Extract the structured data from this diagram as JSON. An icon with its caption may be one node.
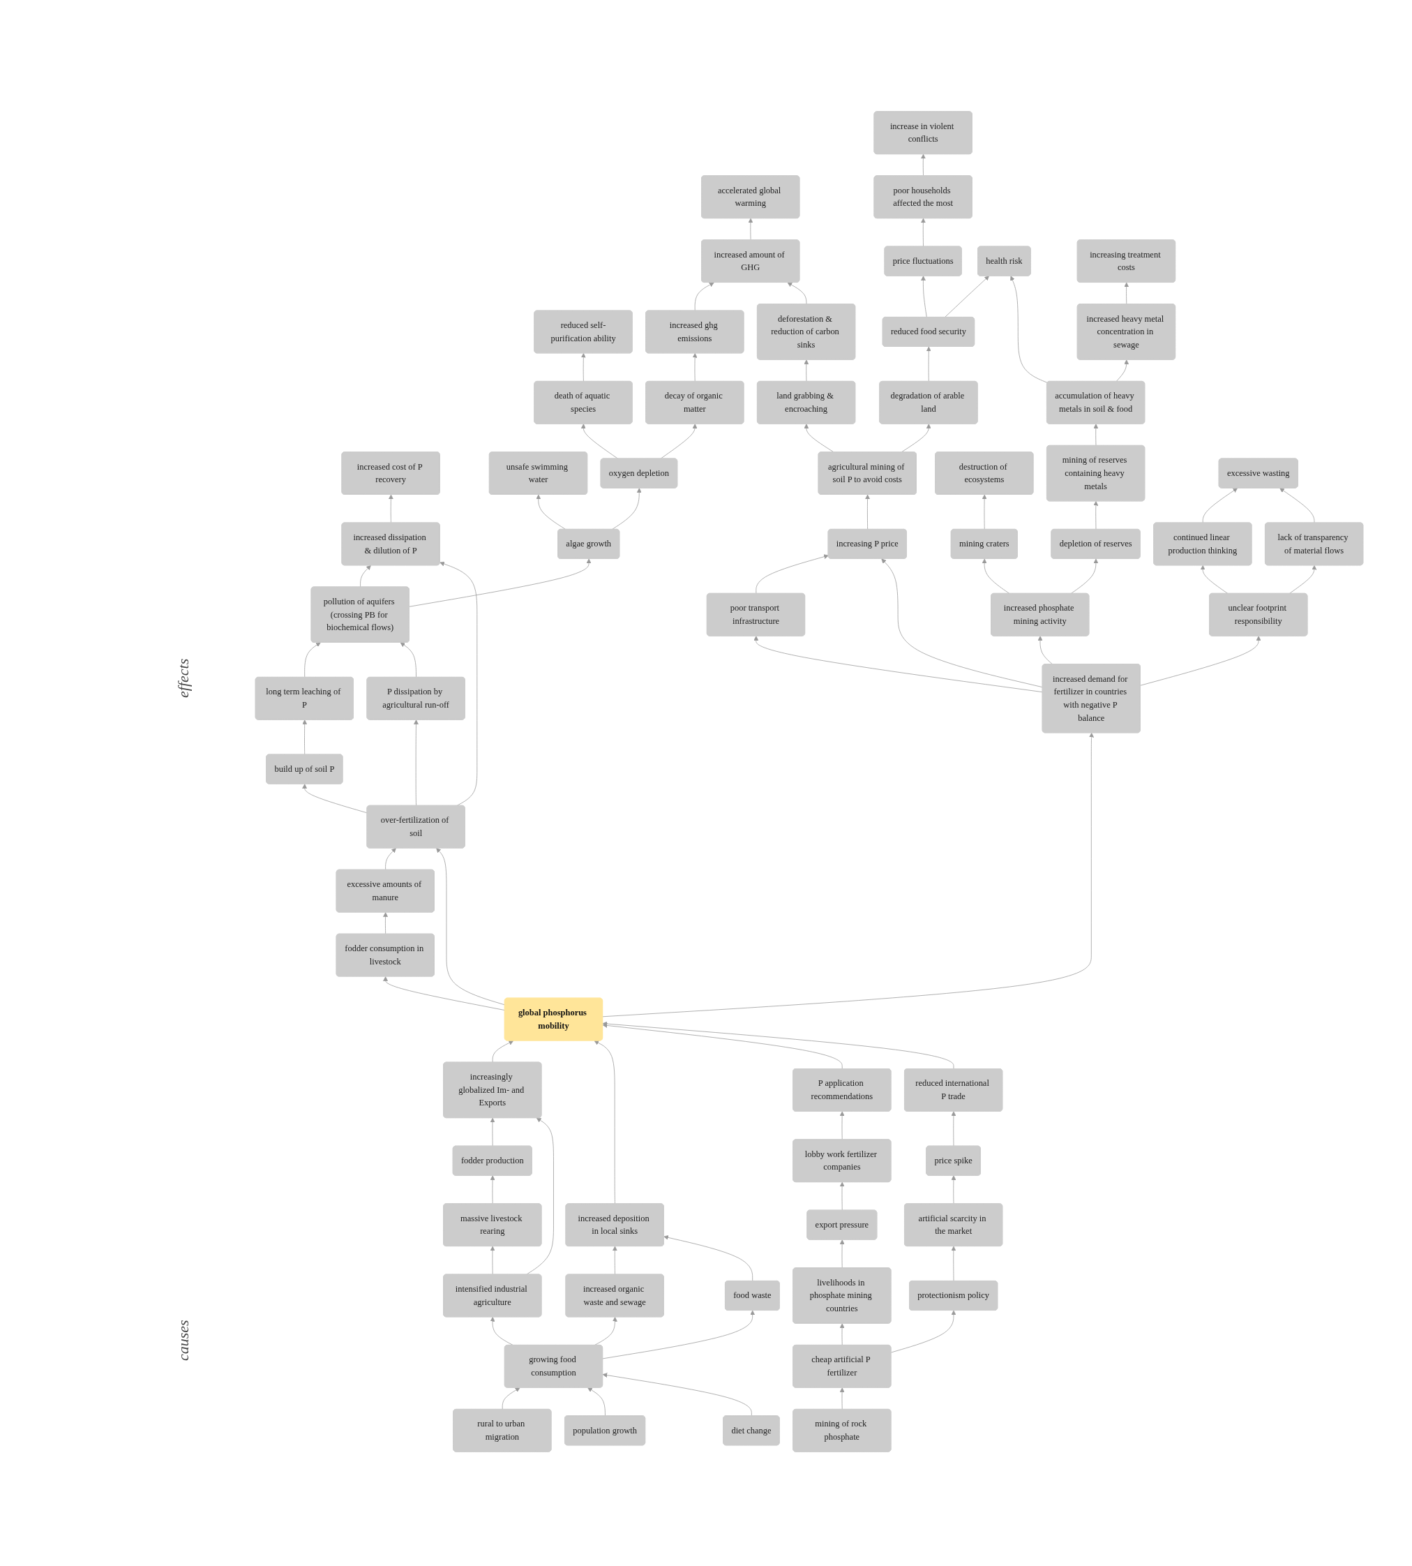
{
  "diagram": {
    "nodes": [
      {
        "text": [
          "accelerated global warming"
        ]
      },
      {
        "text": [
          "increase in violent conflicts"
        ]
      },
      {
        "text": [
          "increased amount of GHG"
        ]
      },
      {
        "text": [
          "poor households affected the most"
        ]
      },
      {
        "text": [
          "reduced self-purification ability"
        ]
      },
      {
        "text": [
          "increased ghg emissions"
        ]
      },
      {
        "text": [
          "price fluctuations"
        ]
      },
      {
        "text": [
          "health risk"
        ]
      },
      {
        "text": [
          "increasing treatment costs"
        ]
      },
      {
        "text": [
          "death of aquatic species"
        ]
      },
      {
        "text": [
          "decay of organic matter"
        ]
      },
      {
        "text": [
          "deforestation & reduction of carbon sinks"
        ]
      },
      {
        "text": [
          "reduced food security"
        ]
      },
      {
        "text": [
          "increased heavy metal concentration in sewage"
        ]
      },
      {
        "text": [
          "increased cost of P recovery"
        ]
      },
      {
        "text": [
          "unsafe swimming water"
        ]
      },
      {
        "text": [
          "oxygen depletion"
        ]
      },
      {
        "text": [
          "increased dissipation & dilution of P"
        ]
      },
      {
        "text": [
          "algae growth"
        ]
      },
      {
        "text": [
          "land grabbing & encroaching"
        ]
      },
      {
        "text": [
          "degradation of arable land"
        ]
      },
      {
        "text": [
          "accumulation of heavy metals in soil & food"
        ]
      },
      {
        "text": [
          "pollution of aquifers (crossing PB for biochemical flows)"
        ]
      },
      {
        "text": [
          "mining of reserves containing heavy metals"
        ]
      },
      {
        "text": [
          "destruction of ecosystems"
        ]
      },
      {
        "text": [
          "long term leaching of P"
        ]
      },
      {
        "text": [
          "agricultural mining of soil P to avoid costs"
        ]
      },
      {
        "text": [
          "P dissipation by agricultural run-off"
        ]
      },
      {
        "text": [
          "depletion of reserves"
        ]
      },
      {
        "text": [
          "excessive wasting"
        ]
      },
      {
        "text": [
          "build up of soil P"
        ]
      },
      {
        "text": [
          "mining craters"
        ]
      },
      {
        "text": [
          "increasing P price"
        ]
      },
      {
        "text": [
          "continued linear production thinking"
        ]
      },
      {
        "text": [
          "over-fertilization of soil"
        ]
      },
      {
        "text": [
          "lack of transparency of material flows"
        ]
      },
      {
        "text": [
          "increased phosphate mining activity"
        ]
      },
      {
        "text": [
          "poor transport infrastructure"
        ]
      },
      {
        "text": [
          "excessive amounts of manure"
        ]
      },
      {
        "text": [
          "unclear footprint responsibility"
        ]
      },
      {
        "text": [
          "fodder consumption in livestock"
        ]
      },
      {
        "text": [
          "increased demand for fertilizer in countries with negative P balance"
        ]
      },
      {
        "text": [
          "global phosphorus mobility"
        ]
      },
      {
        "text": [
          "increasingly globalized Im- and Exports"
        ]
      },
      {
        "text": [
          "reduced international P trade"
        ]
      },
      {
        "text": [
          "increased deposition in local sinks"
        ]
      },
      {
        "text": [
          "P application recommendations"
        ]
      },
      {
        "text": [
          "fodder production"
        ]
      },
      {
        "text": [
          "price spike"
        ]
      },
      {
        "text": [
          "lobby work fertilizer companies"
        ]
      },
      {
        "text": [
          "massive livestock rearing"
        ]
      },
      {
        "text": [
          "increased organic waste and sewage"
        ]
      },
      {
        "text": [
          "export pressure"
        ]
      },
      {
        "text": [
          "artificial scarcity in the market"
        ]
      },
      {
        "text": [
          "food waste"
        ]
      },
      {
        "text": [
          "intensified industrial agriculture"
        ]
      },
      {
        "text": [
          "livelihoods in phosphate mining countries"
        ]
      },
      {
        "text": [
          "protectionism policy"
        ]
      },
      {
        "text": [
          "growing food consumption"
        ]
      },
      {
        "text": [
          "cheap artificial P fertilizer"
        ]
      },
      {
        "text": [
          "rural to urban migration"
        ]
      },
      {
        "text": [
          "diet change"
        ]
      },
      {
        "text": [
          "population growth"
        ]
      },
      {
        "text": [
          "mining of rock phosphate"
        ]
      }
    ],
    "edges": [
      {
        "from": 2,
        "to": 0,
        "arrow": "to"
      },
      {
        "from": 3,
        "to": 1,
        "arrow": "to"
      },
      {
        "from": 5,
        "to": 2,
        "arrow": "to"
      },
      {
        "from": 11,
        "to": 2,
        "arrow": "to"
      },
      {
        "from": 6,
        "to": 3,
        "arrow": "to"
      },
      {
        "from": 9,
        "to": 4,
        "arrow": "to"
      },
      {
        "from": 10,
        "to": 5,
        "arrow": "to"
      },
      {
        "from": 12,
        "to": 6,
        "arrow": "to"
      },
      {
        "from": 12,
        "to": 7,
        "arrow": "to"
      },
      {
        "from": 21,
        "to": 7,
        "arrow": "to"
      },
      {
        "from": 13,
        "to": 8,
        "arrow": "to"
      },
      {
        "from": 16,
        "to": 9,
        "arrow": "to"
      },
      {
        "from": 16,
        "to": 10,
        "arrow": "to"
      },
      {
        "from": 19,
        "to": 11,
        "arrow": "to"
      },
      {
        "from": 20,
        "to": 12,
        "arrow": "to"
      },
      {
        "from": 21,
        "to": 13,
        "arrow": "to"
      },
      {
        "from": 17,
        "to": 14,
        "arrow": "to"
      },
      {
        "from": 18,
        "to": 15,
        "arrow": "to"
      },
      {
        "from": 18,
        "to": 16,
        "arrow": "to"
      },
      {
        "from": 22,
        "to": 17,
        "arrow": "to"
      },
      {
        "from": 34,
        "to": 17,
        "arrow": "to"
      },
      {
        "from": 22,
        "to": 18,
        "arrow": "to"
      },
      {
        "from": 26,
        "to": 19,
        "arrow": "to"
      },
      {
        "from": 26,
        "to": 20,
        "arrow": "to"
      },
      {
        "from": 23,
        "to": 21,
        "arrow": "to"
      },
      {
        "from": 25,
        "to": 22,
        "arrow": "to"
      },
      {
        "from": 27,
        "to": 22,
        "arrow": "to"
      },
      {
        "from": 28,
        "to": 23,
        "arrow": "to"
      },
      {
        "from": 31,
        "to": 24,
        "arrow": "to"
      },
      {
        "from": 30,
        "to": 25,
        "arrow": "to"
      },
      {
        "from": 32,
        "to": 26,
        "arrow": "to"
      },
      {
        "from": 34,
        "to": 27,
        "arrow": "to"
      },
      {
        "from": 36,
        "to": 28,
        "arrow": "to"
      },
      {
        "from": 33,
        "to": 29,
        "arrow": "to"
      },
      {
        "from": 35,
        "to": 29,
        "arrow": "to"
      },
      {
        "from": 34,
        "to": 30,
        "arrow": "to"
      },
      {
        "from": 36,
        "to": 31,
        "arrow": "to"
      },
      {
        "from": 37,
        "to": 32,
        "arrow": "to"
      },
      {
        "from": 41,
        "to": 32,
        "arrow": "to"
      },
      {
        "from": 39,
        "to": 33,
        "arrow": "to"
      },
      {
        "from": 38,
        "to": 34,
        "arrow": "to"
      },
      {
        "from": 42,
        "to": 34,
        "arrow": "to"
      },
      {
        "from": 39,
        "to": 35,
        "arrow": "to"
      },
      {
        "from": 41,
        "to": 36,
        "arrow": "to"
      },
      {
        "from": 41,
        "to": 37,
        "arrow": "to"
      },
      {
        "from": 40,
        "to": 38,
        "arrow": "to"
      },
      {
        "from": 41,
        "to": 39,
        "arrow": "to"
      },
      {
        "from": 42,
        "to": 40,
        "arrow": "to"
      },
      {
        "from": 42,
        "to": 41,
        "arrow": "to"
      },
      {
        "from": 43,
        "to": 42,
        "arrow": "to"
      },
      {
        "from": 45,
        "to": 42,
        "arrow": "to"
      },
      {
        "from": 46,
        "to": 42,
        "arrow": "to"
      },
      {
        "from": 44,
        "to": 42,
        "arrow": "to"
      },
      {
        "from": 47,
        "to": 43,
        "arrow": "to"
      },
      {
        "from": 55,
        "to": 43,
        "arrow": "to"
      },
      {
        "from": 48,
        "to": 44,
        "arrow": "to"
      },
      {
        "from": 51,
        "to": 45,
        "arrow": "to"
      },
      {
        "from": 54,
        "to": 45,
        "arrow": "to"
      },
      {
        "from": 49,
        "to": 46,
        "arrow": "to"
      },
      {
        "from": 50,
        "to": 47,
        "arrow": "to"
      },
      {
        "from": 53,
        "to": 48,
        "arrow": "to"
      },
      {
        "from": 52,
        "to": 49,
        "arrow": "to"
      },
      {
        "from": 55,
        "to": 50,
        "arrow": "to"
      },
      {
        "from": 58,
        "to": 51,
        "arrow": "to"
      },
      {
        "from": 56,
        "to": 52,
        "arrow": "to"
      },
      {
        "from": 57,
        "to": 53,
        "arrow": "to"
      },
      {
        "from": 58,
        "to": 54,
        "arrow": "to"
      },
      {
        "from": 58,
        "to": 55,
        "arrow": "to"
      },
      {
        "from": 59,
        "to": 56,
        "arrow": "to"
      },
      {
        "from": 59,
        "to": 57,
        "arrow": "to"
      },
      {
        "from": 60,
        "to": 58,
        "arrow": "to"
      },
      {
        "from": 62,
        "to": 58,
        "arrow": "to"
      },
      {
        "from": 61,
        "to": 58,
        "arrow": "to"
      },
      {
        "from": 63,
        "to": 59,
        "arrow": "to"
      }
    ],
    "labels": [
      "effects",
      "causes"
    ]
  }
}
